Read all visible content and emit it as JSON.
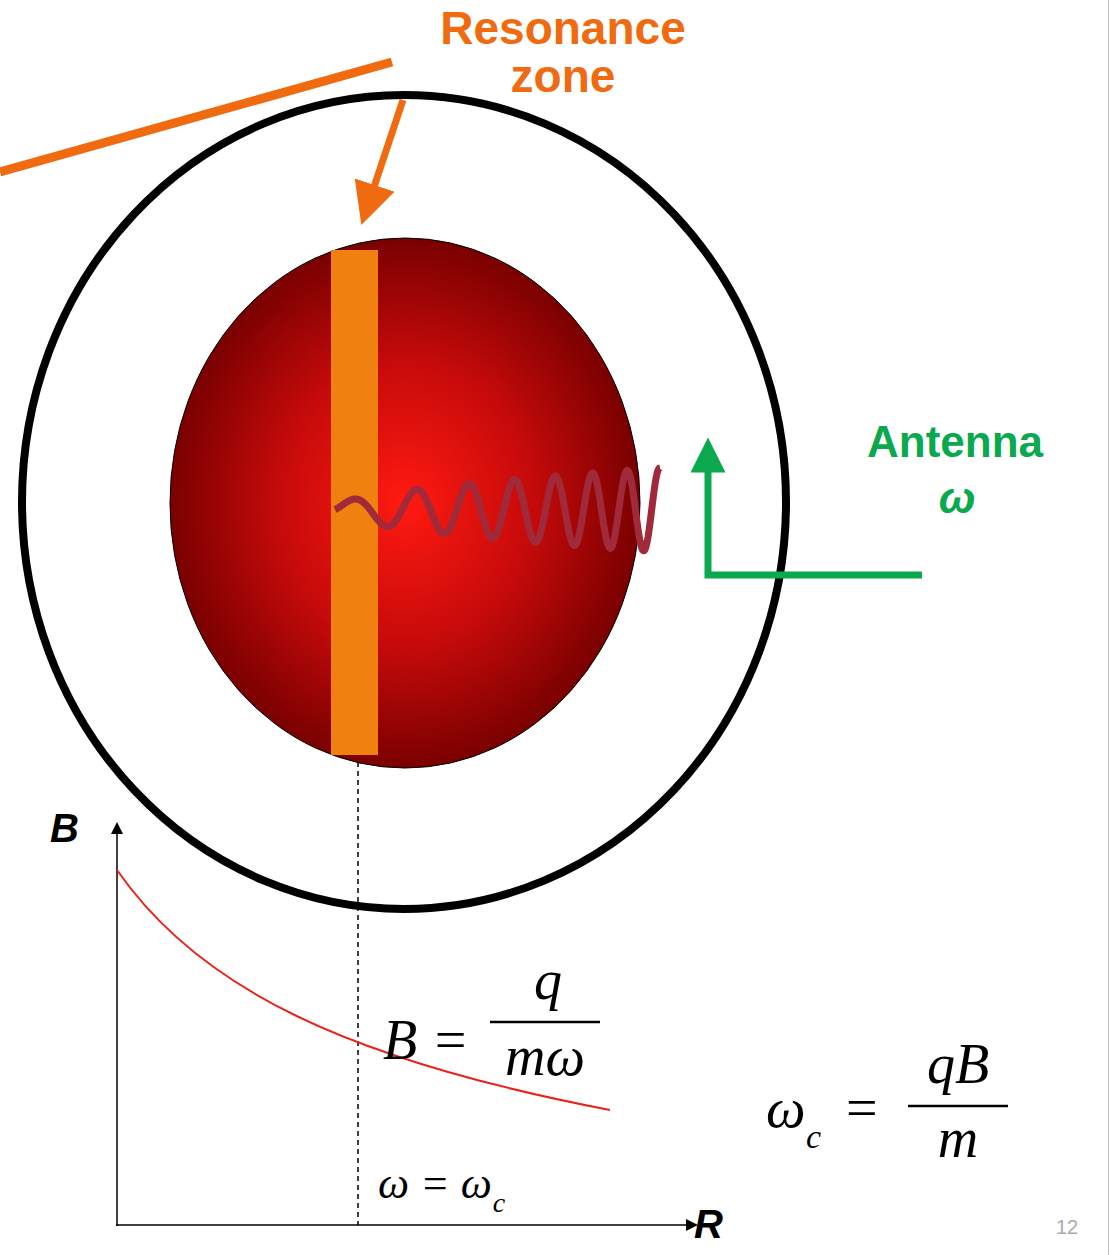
{
  "diagram": {
    "labels": [
      "Resonance zone",
      "Antenna",
      "ω",
      "B",
      "B =",
      "q",
      "mω",
      "ω",
      "c",
      "=",
      "qB",
      "m",
      "ω = ω",
      "c",
      "R",
      "12"
    ]
  }
}
